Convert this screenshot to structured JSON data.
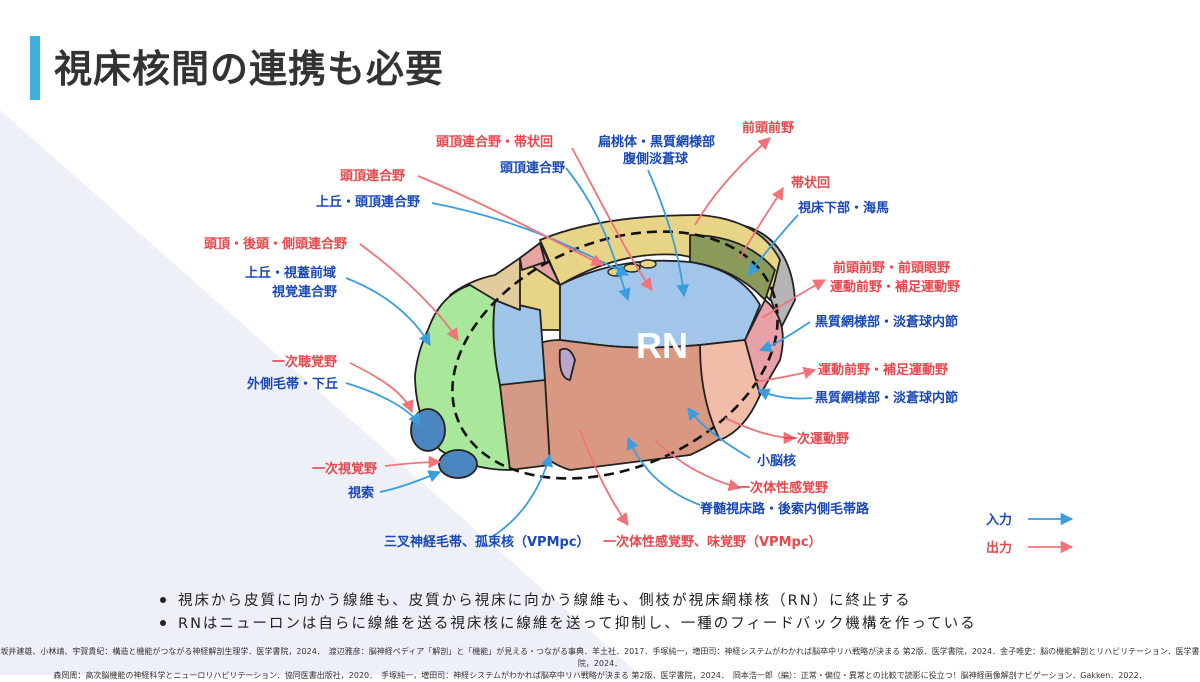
{
  "title": "視床核間の連携も必要",
  "center_label": "RN",
  "legend": {
    "input": "入力",
    "output": "出力",
    "input_color": "#3a9ede",
    "output_color": "#ef7378"
  },
  "colors": {
    "label_input": "#1a49b7",
    "label_output": "#e5484d",
    "accent": "#3bb1dc"
  },
  "labels": {
    "l1": "頭頂連合野・帯状回",
    "l2": "頭頂連合野",
    "l3": "扁桃体・黒質網様部",
    "l4": "腹側淡蒼球",
    "l5": "前頭前野",
    "l6": "帯状回",
    "l7": "視床下部・海馬",
    "l8": "頭頂連合野",
    "l9": "上丘・頭頂連合野",
    "l10": "頭頂・後頭・側頭連合野",
    "l11": "上丘・視蓋前域",
    "l12": "視覚連合野",
    "l13": "前頭前野・前頭眼野",
    "l14": "運動前野・補足運動野",
    "l15": "黒質網様部・淡蒼球内節",
    "l16": "一次聴覚野",
    "l17": "外側毛帯・下丘",
    "l18": "運動前野・補足運動野",
    "l19": "黒質網様部・淡蒼球内節",
    "l20": "一次運動野",
    "l21": "小脳核",
    "l22": "一次視覚野",
    "l23": "視索",
    "l24": "一次体性感覚野",
    "l25": "脊髄視床路・後索内側毛帯路",
    "l26": "三叉神経毛帯、孤束核（VPMpc）",
    "l27": "一次体性感覚野、味覚野（VPMpc）"
  },
  "bullets": [
    "視床から皮質に向かう線維も、皮質から視床に向かう線維も、側枝が視床網様核（RN）に終止する",
    "RNはニューロンは自らに線維を送る視床核に線維を送って抑制し、一種のフィードバック機構を作っている"
  ],
  "references": [
    "坂井建雄、小林靖、宇賀貴紀：構造と機能がつながる神経解剖生理学．医学書院，2024．　渡辺雅彦：脳神経ペディア「解剖」と「機能」が見える・つながる事典．羊土社．2017．手塚純一，増田司：神経システムがわかれば脳卒中リハ戦略が決まる 第2版．医学書院，2024．金子唯史：脳の機能解剖とリハビリテーション．医学書院，2024．",
    "森岡周：高次脳機能の神経科学とニューロリハビリテーション．協同医書出版社，2020．　手塚純一，増田司：神経システムがわかれば脳卒中リハ戦略が決まる 第2版．医学書院，2024．　岡本浩一郎（編）：正常・偏位・異常との比較で読影に役立つ！脳神経画像解剖ナビゲーション．Gakken．2022．"
  ]
}
